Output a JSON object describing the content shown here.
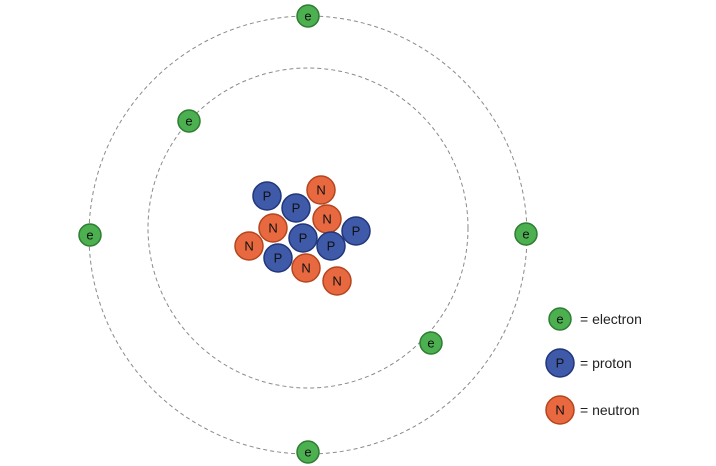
{
  "particles": {
    "electron": {
      "symbol": "e",
      "fill": "#4caf50",
      "stroke": "#2e7d32"
    },
    "proton": {
      "symbol": "P",
      "fill": "#3f5aa8",
      "stroke": "#22367a"
    },
    "neutron": {
      "symbol": "N",
      "fill": "#e8693f",
      "stroke": "#b4451f"
    }
  },
  "orbit_color": "#8a8a8a",
  "legend": [
    {
      "type": "electron",
      "label": "= electron"
    },
    {
      "type": "proton",
      "label": "= proton"
    },
    {
      "type": "neutron",
      "label": "= neutron"
    }
  ]
}
